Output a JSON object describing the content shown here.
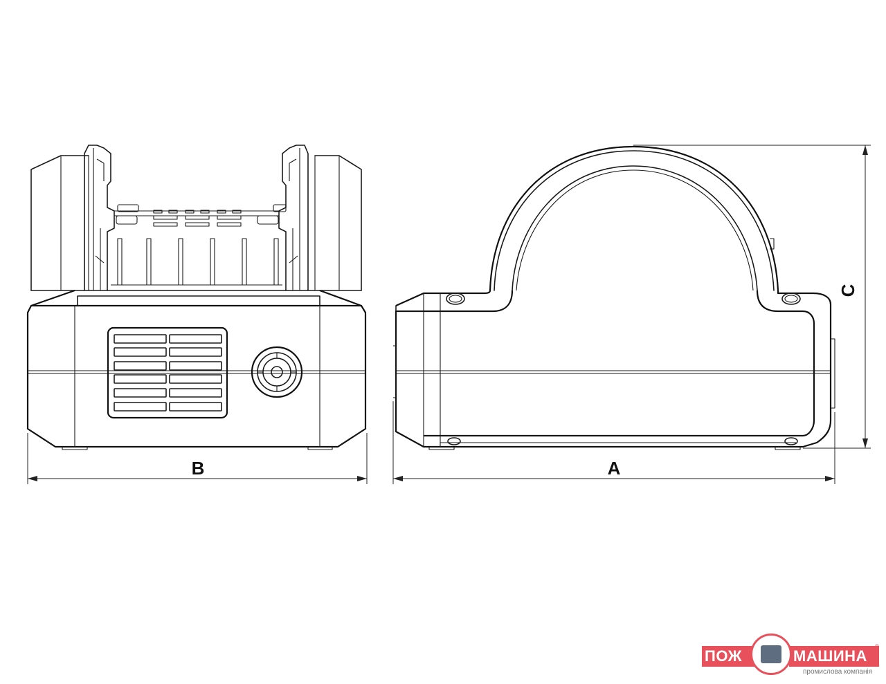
{
  "dimensions": {
    "label_b": "B",
    "label_a": "A",
    "label_c": "C"
  },
  "logo": {
    "left_text": "ПОЖ",
    "right_text": "МАШИНА",
    "reg_mark": "®",
    "tagline": "промислова компанія"
  },
  "colors": {
    "line": "#1a1a1a",
    "logo_accent": "#e8505b",
    "logo_emblem": "#5e6d80"
  }
}
